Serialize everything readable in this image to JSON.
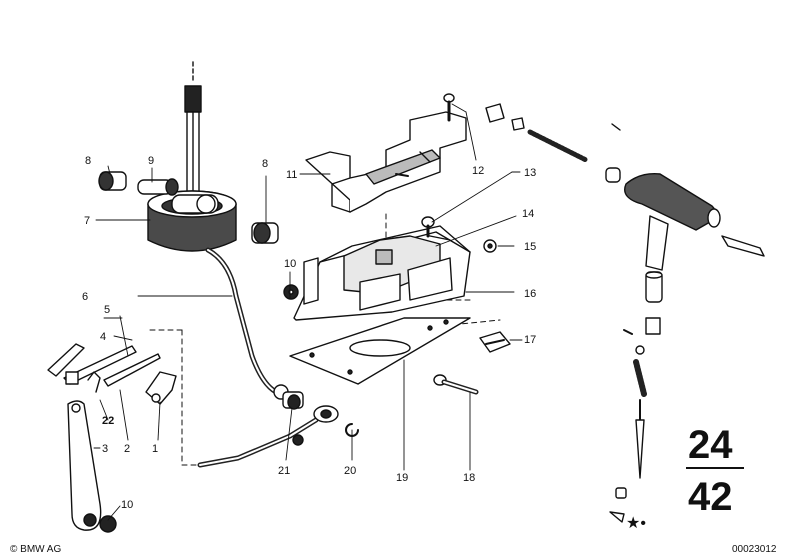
{
  "diagram": {
    "callouts": [
      {
        "id": "c1",
        "text": "1"
      },
      {
        "id": "c2",
        "text": "2"
      },
      {
        "id": "c3",
        "text": "3"
      },
      {
        "id": "c4",
        "text": "4"
      },
      {
        "id": "c5",
        "text": "5"
      },
      {
        "id": "c6",
        "text": "6"
      },
      {
        "id": "c7",
        "text": "7"
      },
      {
        "id": "c8a",
        "text": "8"
      },
      {
        "id": "c8b",
        "text": "8"
      },
      {
        "id": "c9",
        "text": "9"
      },
      {
        "id": "c10a",
        "text": "10"
      },
      {
        "id": "c10b",
        "text": "10"
      },
      {
        "id": "c11",
        "text": "11"
      },
      {
        "id": "c12",
        "text": "12"
      },
      {
        "id": "c13",
        "text": "13"
      },
      {
        "id": "c14",
        "text": "14"
      },
      {
        "id": "c15",
        "text": "15"
      },
      {
        "id": "c16",
        "text": "16"
      },
      {
        "id": "c17",
        "text": "17"
      },
      {
        "id": "c18",
        "text": "18"
      },
      {
        "id": "c19",
        "text": "19"
      },
      {
        "id": "c20",
        "text": "20"
      },
      {
        "id": "c21",
        "text": "21"
      },
      {
        "id": "c22",
        "text": "22"
      }
    ],
    "group_top": "24",
    "group_bottom": "42",
    "star_mark": "★•",
    "copyright": "© BMW AG",
    "image_number": "00023012"
  }
}
